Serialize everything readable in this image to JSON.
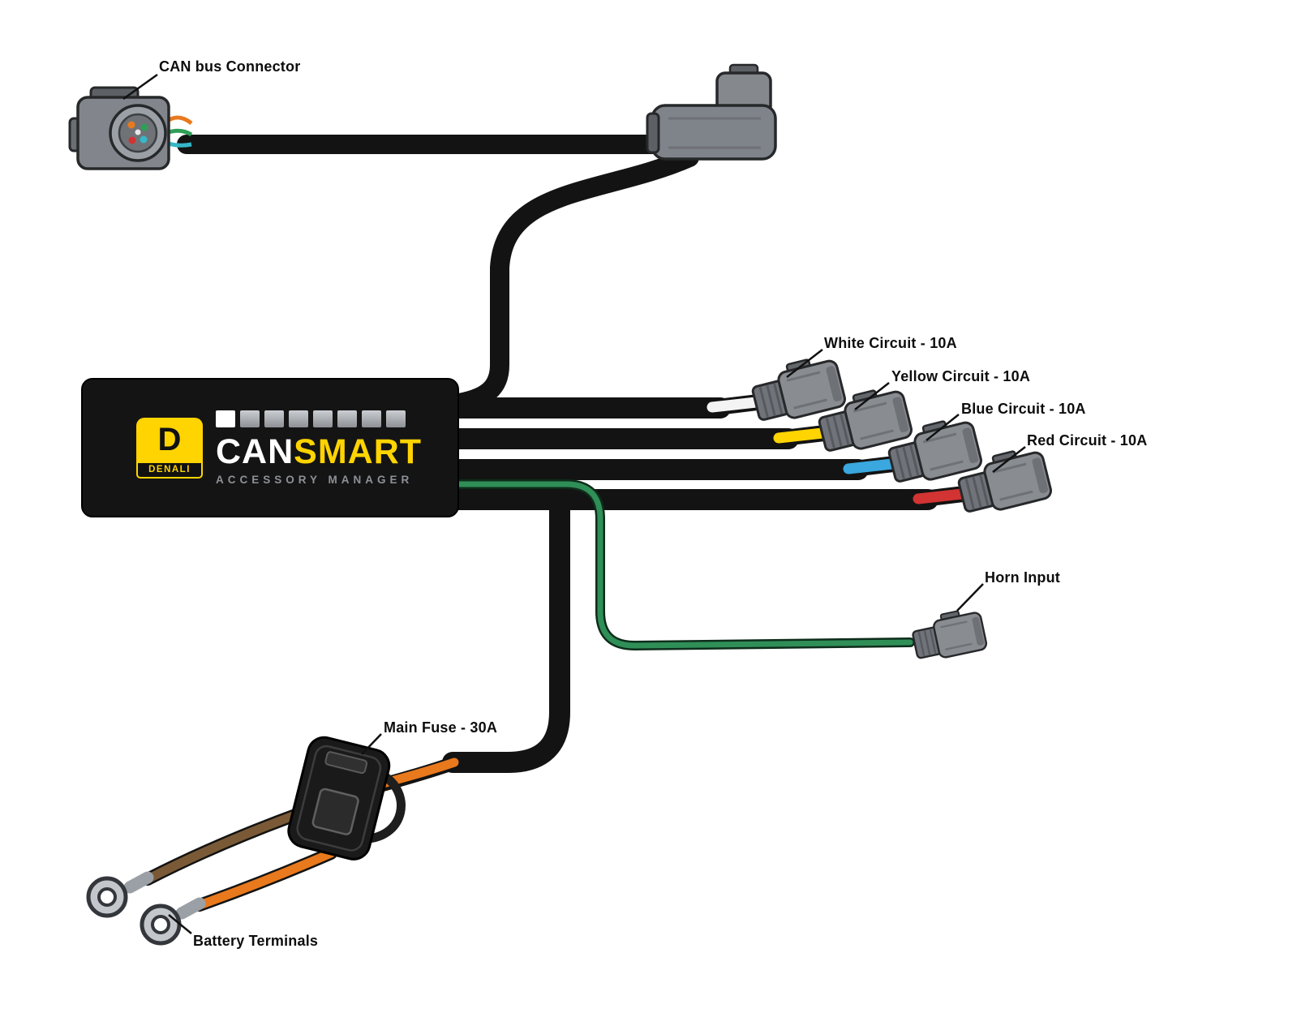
{
  "diagram": {
    "labels": {
      "can_bus_connector": "CAN bus Connector",
      "white_circuit": "White Circuit - 10A",
      "yellow_circuit": "Yellow Circuit - 10A",
      "blue_circuit": "Blue Circuit - 10A",
      "red_circuit": "Red Circuit - 10A",
      "horn_input": "Horn Input",
      "main_fuse": "Main Fuse - 30A",
      "battery_terminals": "Battery Terminals"
    },
    "device": {
      "brand": "DENALI",
      "logo_letter": "D",
      "name_primary": "CAN",
      "name_secondary": "SMART",
      "subtitle": "ACCESSORY MANAGER",
      "indicator_count": 8
    },
    "colors": {
      "accent_yellow": "#ffd400",
      "cable_black": "#131313",
      "wire_white": "#f4f4f4",
      "wire_yellow": "#ffd400",
      "wire_blue": "#3aa7de",
      "wire_red": "#d23333",
      "wire_green": "#2f8f57",
      "wire_orange": "#e8791d",
      "wire_brown": "#7a5a36"
    }
  }
}
